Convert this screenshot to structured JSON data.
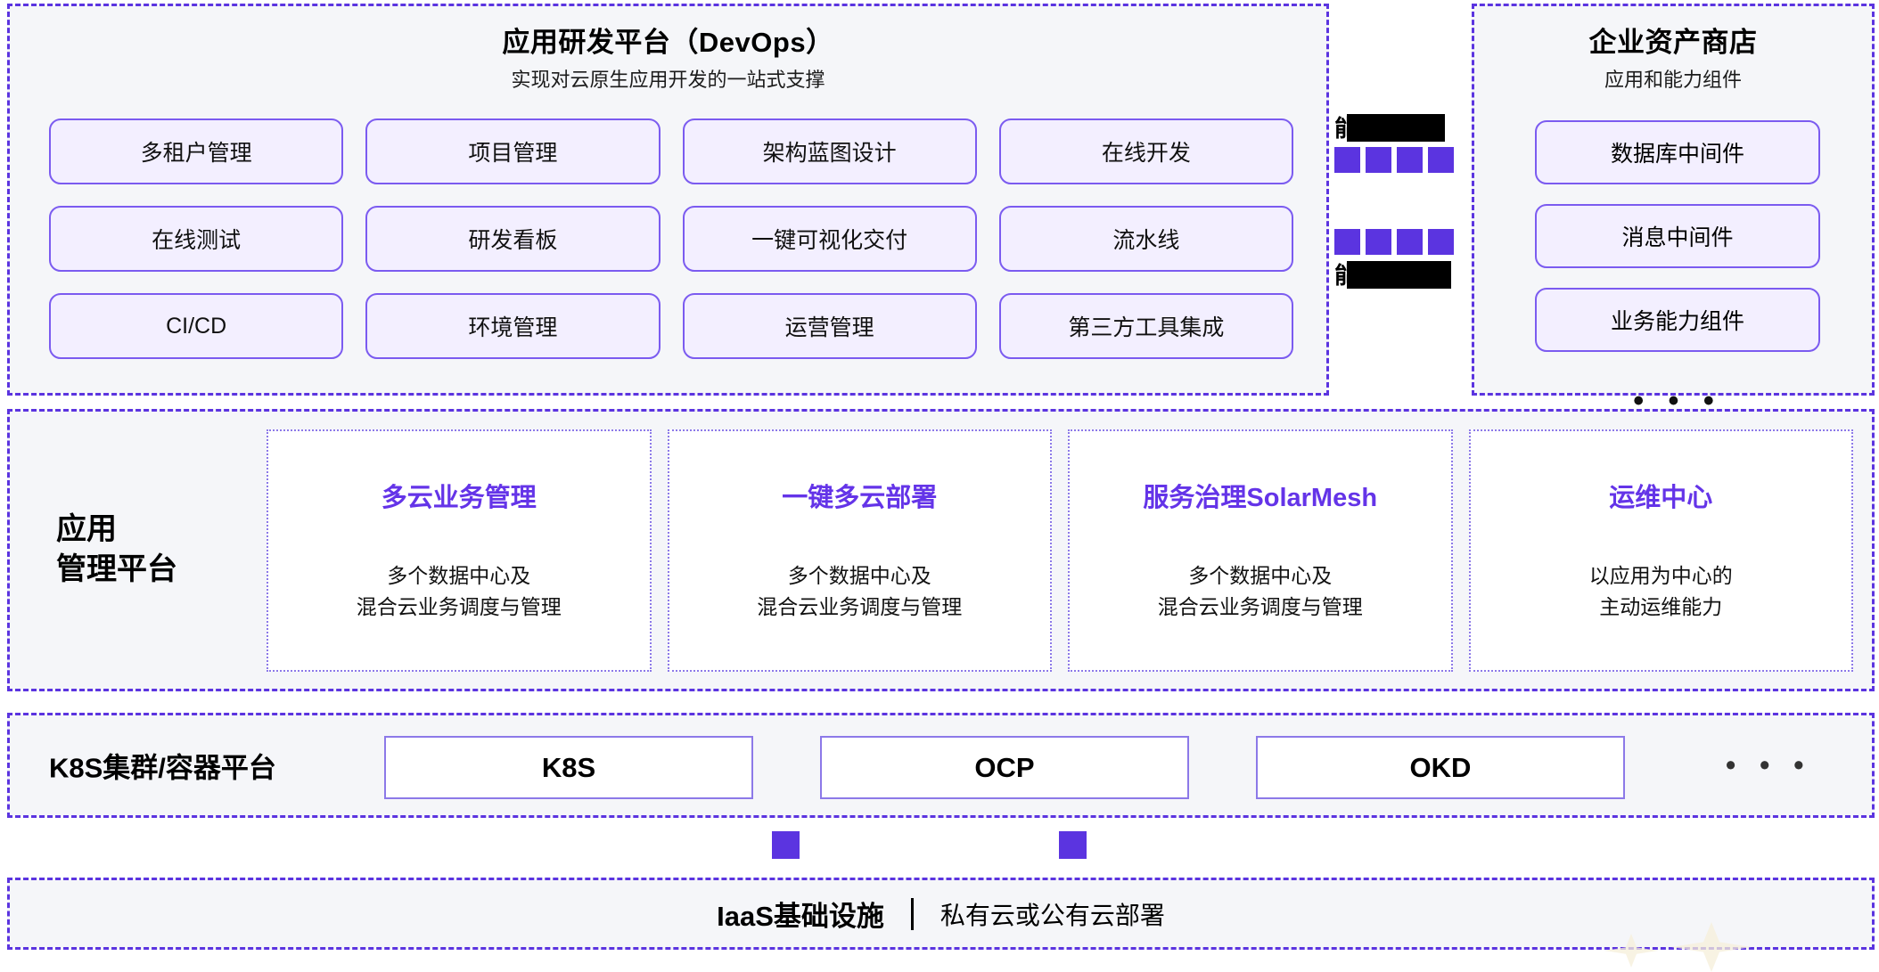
{
  "devops": {
    "title": "应用研发平台（DevOps）",
    "subtitle": "实现对云原生应用开发的一站式支撑",
    "items": [
      "多租户管理",
      "项目管理",
      "架构蓝图设计",
      "在线开发",
      "在线测试",
      "研发看板",
      "一键可视化交付",
      "流水线",
      "CI/CD",
      "环境管理",
      "运营管理",
      "第三方工具集成"
    ]
  },
  "connector": {
    "groups": [
      {
        "label_visible": "能",
        "redacted": true,
        "squares": 4
      },
      {
        "label_visible": "能",
        "redacted": true,
        "squares": 4
      }
    ]
  },
  "store": {
    "title": "企业资产商店",
    "subtitle": "应用和能力组件",
    "items": [
      "数据库中间件",
      "消息中间件",
      "业务能力组件"
    ],
    "more": "• • •"
  },
  "management": {
    "label": "应用\n管理平台",
    "cards": [
      {
        "title": "多云业务管理",
        "desc": "多个数据中心及\n混合云业务调度与管理"
      },
      {
        "title": "一键多云部署",
        "desc": "多个数据中心及\n混合云业务调度与管理"
      },
      {
        "title": "服务治理SolarMesh",
        "desc": "多个数据中心及\n混合云业务调度与管理"
      },
      {
        "title": "运维中心",
        "desc": "以应用为中心的\n主动运维能力"
      }
    ]
  },
  "k8s": {
    "label": "K8S集群/容器平台",
    "boxes": [
      "K8S",
      "OCP",
      "OKD"
    ],
    "more": "• • •"
  },
  "iaas": {
    "title": "IaaS基础设施",
    "subtitle": "私有云或公有云部署"
  },
  "colors": {
    "accent_purple": "#5b34e0",
    "title_purple": "#6434e8",
    "pill_fill": "#f3efff",
    "pill_border": "#7b5bf0",
    "band_bg": "#f5f6f9",
    "card_border": "#8c79e8",
    "redaction": "#000000"
  }
}
